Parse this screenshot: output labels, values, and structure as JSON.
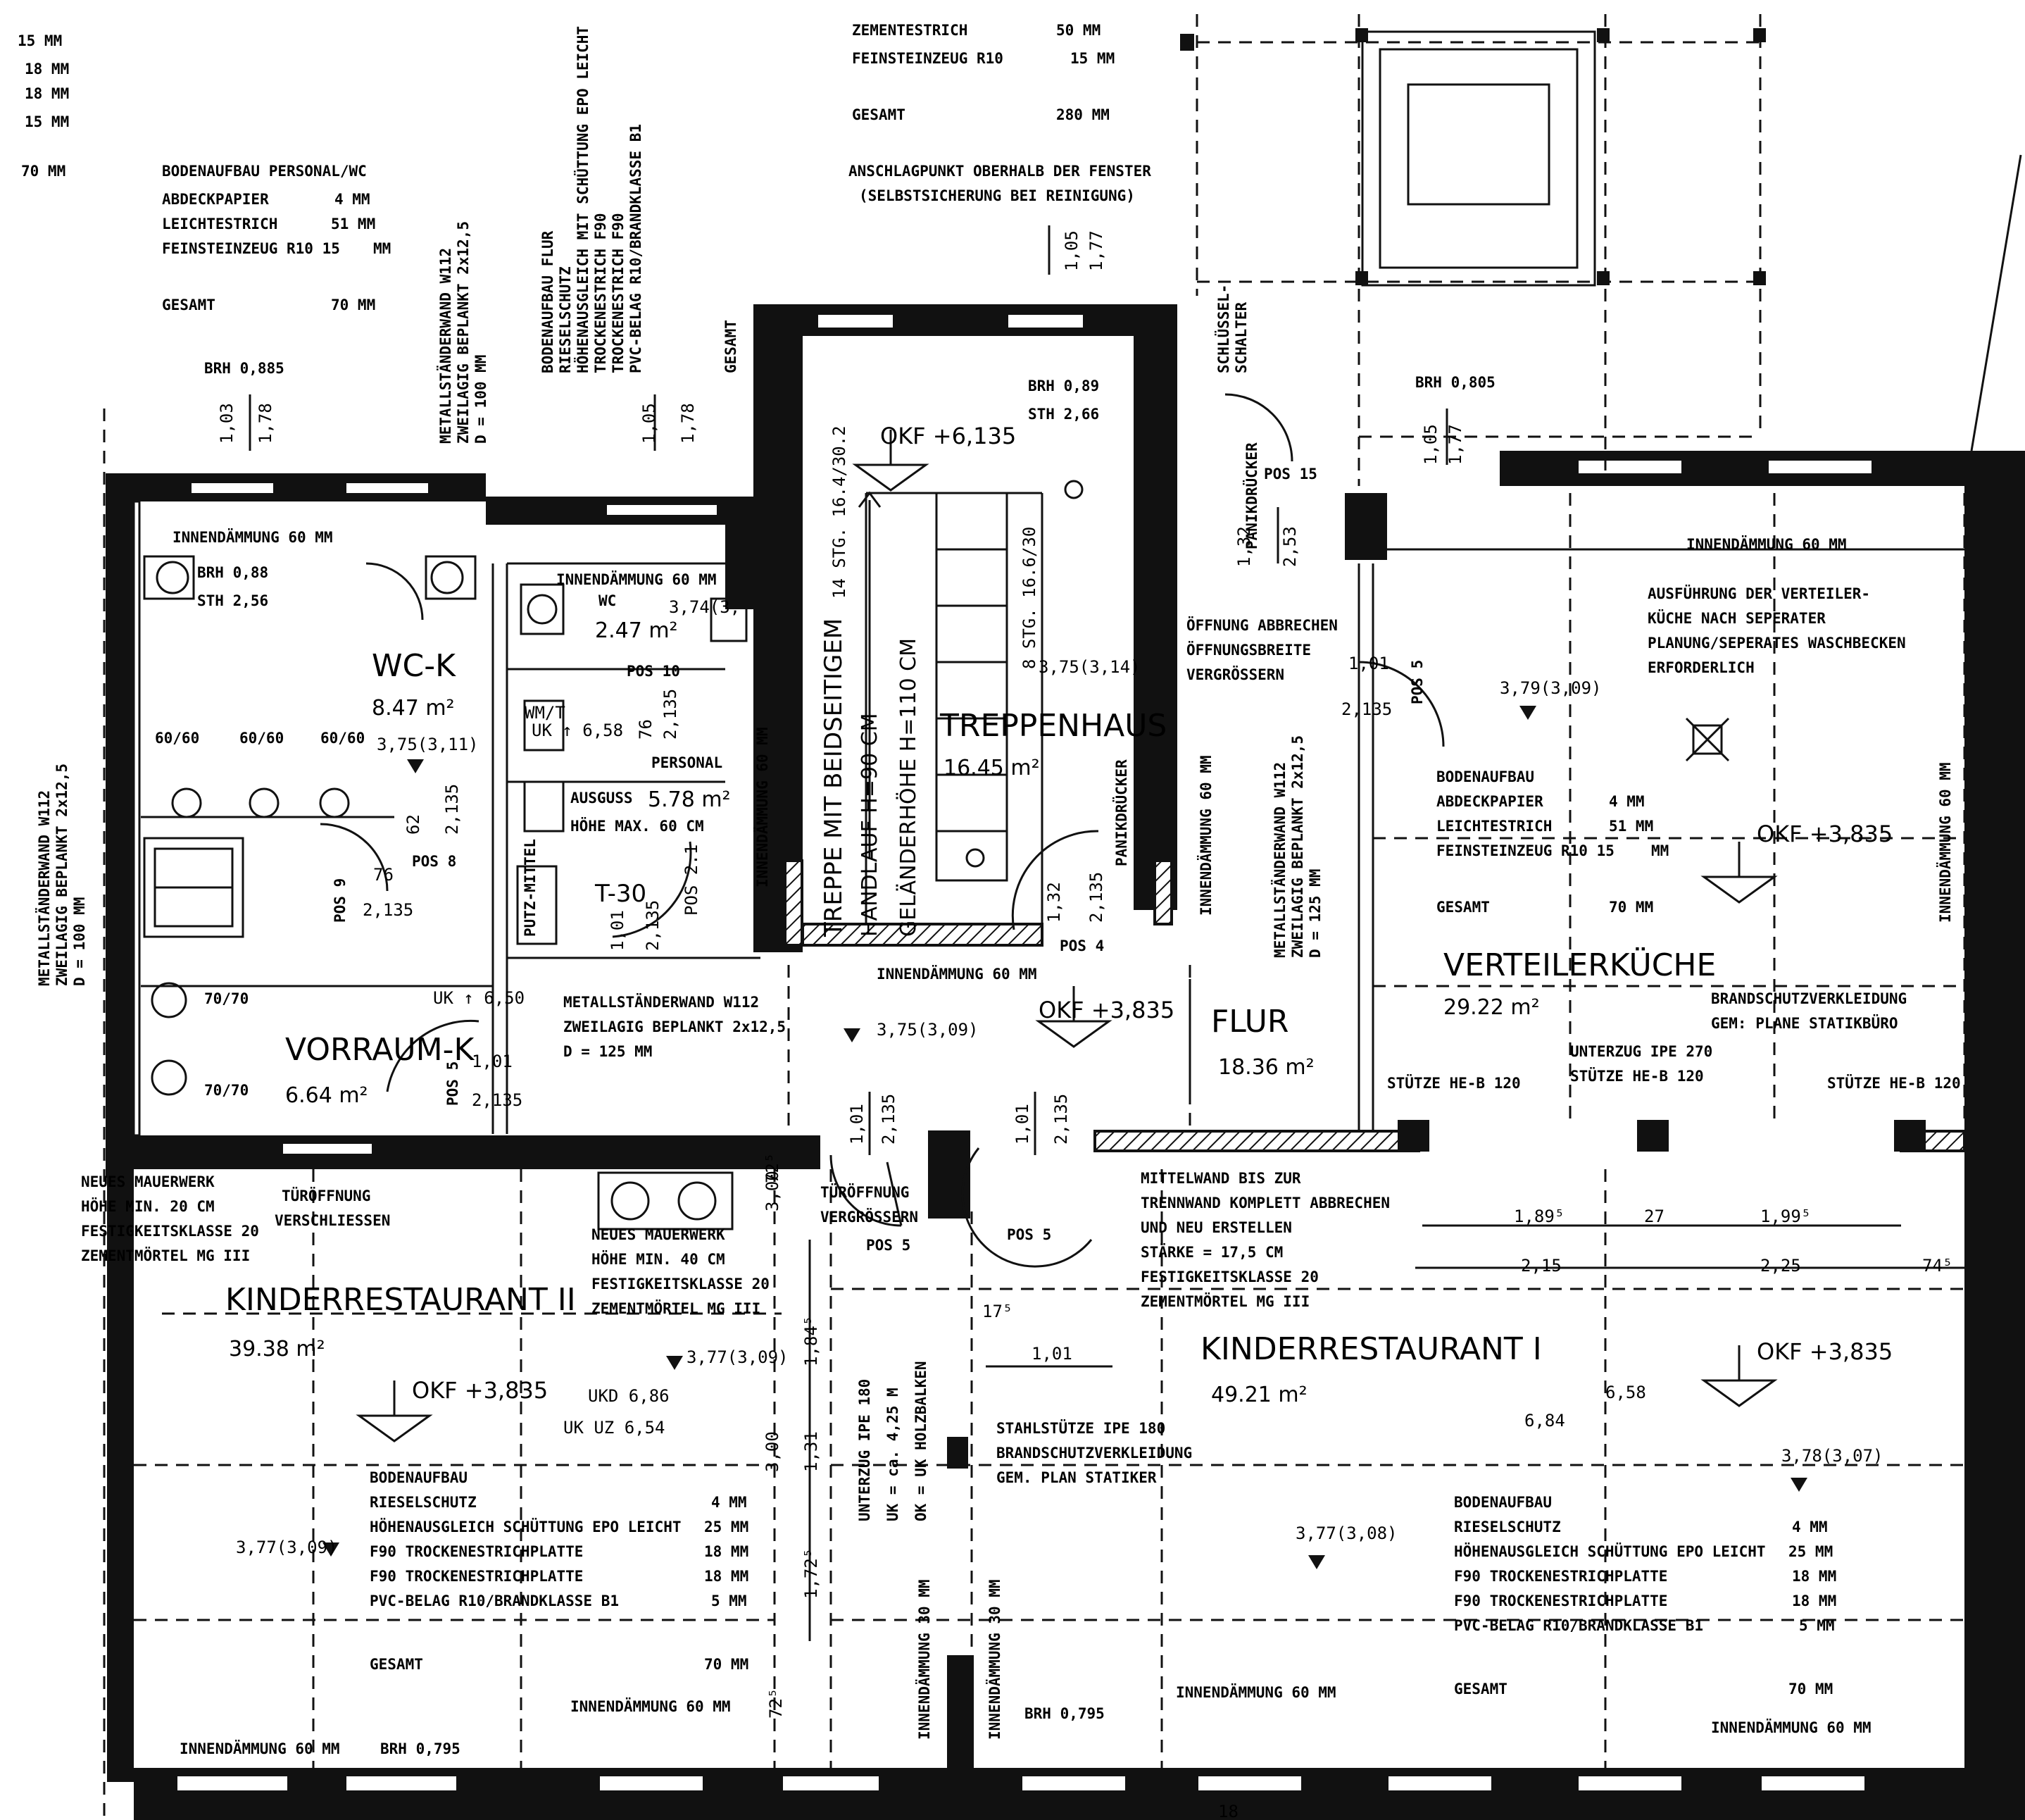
{
  "rooms": {
    "wc_k": {
      "name": "WC-K",
      "area": "8.47 m²"
    },
    "wc_p": {
      "name": "WC",
      "area": "2.47 m²"
    },
    "treppenhaus": {
      "name": "TREPPENHAUS",
      "area": "16.45 m²"
    },
    "verteilerkueche": {
      "name": "VERTEILERKÜCHE",
      "area": "29.22 m²"
    },
    "flur": {
      "name": "FLUR",
      "area": "18.36 m²"
    },
    "vorraum_k": {
      "name": "VORRAUM-K",
      "area": "6.64 m²"
    },
    "kinderrestaurant_2": {
      "name": "KINDERRESTAURANT II",
      "area": "39.38 m²"
    },
    "kinderrestaurant_1": {
      "name": "KINDERRESTAURANT I",
      "area": "49.21 m²"
    },
    "ausguss": {
      "name": "AUSGUSS",
      "area": "5.78 m²"
    },
    "personal": {
      "name": "PERSONAL"
    },
    "wmt": {
      "name": "WM/T"
    }
  },
  "levels": {
    "okf_stair": "OKF +6,135",
    "okf_kitchen": "OKF +3,835",
    "okf_flur": "OKF +3,835",
    "okf_kr1": "OKF +3,835",
    "okf_kr2": "OKF +3,835",
    "h_stair": "3,75(3,14)",
    "h_kitchen": "3,79(3,09)",
    "h_flur": "3,75(3,09)",
    "h_kr2": "3,77(3,09)",
    "h_kr2_left": "3,77(3,09)",
    "h_kr1": "3,77(3,08)",
    "h_kr1_right": "3,78(3,07)",
    "h_wck": "3,75(3,11)",
    "h_wc": "3,74(3,"
  },
  "floor_top": {
    "rows": [
      {
        "label": "ZEMENTESTRICH",
        "value": "50 MM"
      },
      {
        "label": "FEINSTEINZEUG R10",
        "value": "15 MM"
      }
    ],
    "total_label": "GESAMT",
    "total_value": "280 MM",
    "note1": "ANSCHLAGPUNKT OBERHALB DER FENSTER",
    "note2": "(SELBSTSICHERUNG BEI REINIGUNG)"
  },
  "floor_personal": {
    "title": "BODENAUFBAU PERSONAL/WC",
    "rows": [
      {
        "label": "ABDECKPAPIER",
        "value": "4 MM"
      },
      {
        "label": "LEICHTESTRICH",
        "value": "51 MM"
      },
      {
        "label": "FEINSTEINZEUG R10 15",
        "value": "MM"
      }
    ],
    "total_label": "GESAMT",
    "total_value": "70 MM"
  },
  "floor_kitchen": {
    "title": "BODENAUFBAU",
    "rows": [
      {
        "label": "ABDECKPAPIER",
        "value": "4 MM"
      },
      {
        "label": "LEICHTESTRICH",
        "value": "51 MM"
      },
      {
        "label": "FEINSTEINZEUG R10 15",
        "value": "MM"
      }
    ],
    "total_label": "GESAMT",
    "total_value": "70 MM"
  },
  "floor_kr2": {
    "title": "BODENAUFBAU",
    "rows": [
      {
        "label": "RIESELSCHUTZ",
        "value": "4 MM"
      },
      {
        "label": "HÖHENAUSGLEICH SCHÜTTUNG EPO LEICHT",
        "value": "25 MM"
      },
      {
        "label": "F90 TROCKENESTRICHPLATTE",
        "value": "18 MM"
      },
      {
        "label": "F90 TROCKENESTRICHPLATTE",
        "value": "18 MM"
      },
      {
        "label": "PVC-BELAG R10/BRANDKLASSE B1",
        "value": "5 MM"
      }
    ],
    "total_label": "GESAMT",
    "total_value": "70 MM"
  },
  "floor_kr1": {
    "title": "BODENAUFBAU",
    "rows": [
      {
        "label": "RIESELSCHUTZ",
        "value": "4 MM"
      },
      {
        "label": "HÖHENAUSGLEICH SCHÜTTUNG EPO LEICHT",
        "value": "25 MM"
      },
      {
        "label": "F90 TROCKENESTRICHPLATTE",
        "value": "18 MM"
      },
      {
        "label": "F90 TROCKENESTRICHPLATTE",
        "value": "18 MM"
      },
      {
        "label": "PVC-BELAG R10/BRANDKLASSE B1",
        "value": "5 MM"
      }
    ],
    "total_label": "GESAMT",
    "total_value": "70 MM"
  },
  "vertical_notes": {
    "wall_left": [
      "METALLSTÄNDERWAND W112",
      "ZWEILAGIG BEPLANKT 2x12,5",
      "D = 100 MM"
    ],
    "wall_top": [
      "METALLSTÄNDERWAND W112",
      "ZWEILAGIG BEPLANKT 2x12,5",
      "D = 100 MM"
    ],
    "flur_floor": [
      "BODENAUFBAU FLUR",
      "RIESELSCHUTZ",
      "HÖHENAUSGLEICH MIT SCHÜTTUNG EPO LEICHT",
      "TROCKENESTRICH F90",
      "TROCKENESTRICH F90",
      "PVC-BELAG R10/BRANDKLASSE B1"
    ],
    "flur_gesamt": "GESAMT",
    "wall_mid": [
      "METALLSTÄNDERWAND W112",
      "ZWEILAGIG BEPLANKT 2x12,5",
      "D = 125 MM"
    ],
    "stair1": "TREPPE MIT BEIDSEITIGEM",
    "stair2": "HANDLAUF H=90 CM",
    "stair3": "GELÄNDERHÖHE H=110 CM",
    "stair_steps1": "14 STG. 16.4/30.2",
    "stair_steps2": "8 STG. 16.6/30",
    "panik1": "PANIKDRÜCKER",
    "panik2": "PANIKDRÜCKER",
    "schluessel": [
      "SCHLÜSSEL-",
      "SCHALTER"
    ],
    "innen_kitchen": "INNENDÄMMUNG 60 MM",
    "innen_personal": "INNENDÄMMUNG 60 MM",
    "innen_flur": "INNENDÄMMUNG 60 MM",
    "innen_col1": "INNENDÄMMUNG 30 MM",
    "innen_col2": "INNENDÄMMUNG 30 MM",
    "unterzug": [
      "UNTERZUG IPE 180",
      "UK = ca. 4,25 M",
      "OK = UK HOLZBALKEN"
    ]
  },
  "labels": {
    "brh_left": "BRH 0,885",
    "brh_stair": "BRH 0,89",
    "sth_stair": "STH 2,66",
    "brh_right": "BRH 0,805",
    "brh_wc": "BRH 0,88",
    "sth_wc": "STH 2,56",
    "brh_bottom1": "BRH 0,795",
    "brh_bottom2": "BRH 0,795",
    "pos15": "POS 15",
    "pos5a": "POS 5",
    "pos5b": "POS 5",
    "pos5c": "POS 5",
    "pos5d": "POS 5",
    "pos4": "POS 4",
    "pos8": "POS 8",
    "pos10": "POS 10",
    "pos9": "POS 9",
    "t30": "T-30",
    "putz": "PUTZ-MITTEL",
    "ausguss_hoehe": "HÖHE MAX. 60 CM",
    "innen_top": "INNENDÄMMUNG 60 MM",
    "innen_wck": "INNENDÄMMUNG 60 MM",
    "innen_wc": "INNENDÄMMUNG 60 MM",
    "innen_kr2": "INNENDÄMMUNG 60 MM",
    "innen_kr1a": "INNENDÄMMUNG 60 MM",
    "innen_kr1b": "INNENDÄMMUNG 60 MM",
    "innen_kr2b": "INNENDÄMMUNG 60 MM",
    "innen_hall": "INNENDÄMMUNG 60 MM",
    "kitchen_note": [
      "AUSFÜHRUNG DER VERTEILER-",
      "KÜCHE NACH SEPERATER",
      "PLANUNG/SEPERATES WASCHBECKEN",
      "ERFORDERLICH"
    ],
    "brandschutz": [
      "BRANDSCHUTZVERKLEIDUNG",
      "GEM: PLANE STATIKBÜRO"
    ],
    "unterzug_k": [
      "UNTERZUG IPE 270",
      "STÜTZE HE-B 120"
    ],
    "stuetze1": "STÜTZE HE-B 120",
    "stuetze2": "STÜTZE HE-B 120",
    "stuetze_note": [
      "STAHLSTÜTZE IPE 180",
      "BRANDSCHUTZVERKLEIDUNG",
      "GEM. PLAN STATIKER"
    ],
    "mauerwerk_a": [
      "NEUES MAUERWERK",
      "HÖHE MIN. 20 CM",
      "FESTIGKEITSKLASSE 20",
      "ZEMENTMÖRTEL MG III"
    ],
    "mauerwerk_b": [
      "NEUES MAUERWERK",
      "HÖHE MIN. 40 CM",
      "FESTIGKEITSKLASSE 20",
      "ZEMENTMÖRTEL MG III"
    ],
    "mittelwand": [
      "MITTELWAND BIS ZUR",
      "TRENNWAND KOMPLETT ABBRECHEN",
      "UND NEU ERSTELLEN",
      "STÄRKE = 17,5 CM",
      "FESTIGKEITSKLASSE 20",
      "ZEMENTMÖRTEL MG III"
    ],
    "tueroeffnung_a": [
      "TÜRÖFFNUNG",
      "VERSCHLIESSEN"
    ],
    "tueroeffnung_b": [
      "TÜRÖFFNUNG",
      "VERGRÖSSERN"
    ],
    "abbruch": [
      "ÖFFNUNG ABBRECHEN",
      "ÖFFNUNGSBREITE",
      "VERGRÖSSERN"
    ],
    "metall_h": [
      "METALLSTÄNDERWAND W112",
      "ZWEILAGIG BEPLANKT 2x12,5",
      "D = 125 MM"
    ],
    "uk_650": "UK ↑ 6,50",
    "uk_658": "UK ↑ 6,58",
    "ukd": "UKD 6,86",
    "ukuz": "UK UZ 6,54",
    "lvl_684": "6,84",
    "lvl_658": "6,58",
    "wc6060": [
      "60/60",
      "60/60",
      "60/60"
    ],
    "wc7070": [
      "70/70",
      "70/70"
    ],
    "topleft": [
      "15 MM",
      "18 MM",
      "18 MM",
      "15 MM",
      "70 MM"
    ]
  },
  "dims": {
    "d105_178": [
      "1,05",
      "1,78"
    ],
    "d105_177a": [
      "1,05",
      "1,77"
    ],
    "d105_177b": [
      "1,05",
      "1,77"
    ],
    "d103_178": [
      "1,03",
      "1,78"
    ],
    "d132_253": [
      "1,32",
      "2,53"
    ],
    "d101_2135_k": [
      "1,01",
      "2,135"
    ],
    "d101_2135_a": [
      "1,01",
      "2,135"
    ],
    "d101_2135_b": [
      "1,01",
      "2,135"
    ],
    "d101_2135_c": [
      "1,01",
      "2,135"
    ],
    "d101_2135_t": [
      "1,01",
      "2,135"
    ],
    "d101_2135_v": [
      "1,01",
      "2,135"
    ],
    "d132_2135": [
      "1,32",
      "2,135"
    ],
    "d76_2135a": [
      "76",
      "2,135"
    ],
    "d76_2135b": [
      "76",
      "2,135"
    ],
    "d62_2135": [
      "62",
      "2,135"
    ],
    "d_pos21": "POS 2.1",
    "kr1_dims": [
      "1,89⁵",
      "27",
      "1,99⁵",
      "2,15",
      "2,25",
      "74⁵"
    ],
    "d101": "1,01",
    "d17": "17⁵",
    "d184": "1,84⁵",
    "d131": "1,31",
    "d172": "1,72⁵",
    "d300a": "3,00",
    "d300b": "3,00",
    "d72a": "72⁵",
    "d72b": "72⁵",
    "bottom_d": "18"
  },
  "icon_names": [
    "toilet-icon",
    "sink-icon",
    "shower-icon",
    "washbasin-icon",
    "door-arc-icon",
    "level-marker-icon",
    "okf-arrow-icon",
    "light-fixture-icon"
  ]
}
